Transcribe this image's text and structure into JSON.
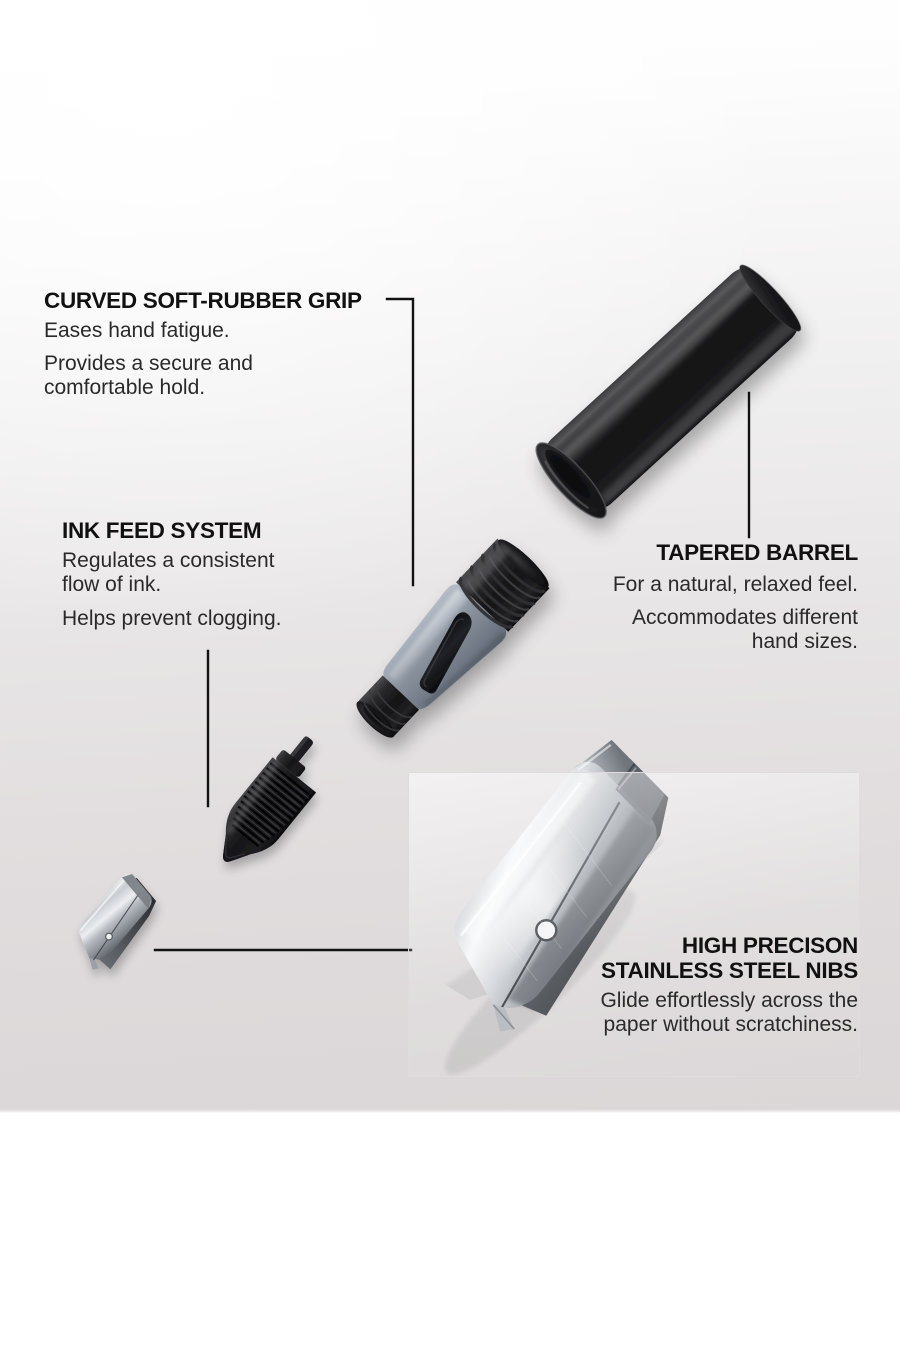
{
  "page": {
    "subject": "Fountain pen exploded-view feature infographic",
    "background_top_color": "#ffffff",
    "background_bottom_color": "#dbd7d8",
    "text_color": "#1b1b1b",
    "leader_line_color": "#111111"
  },
  "callouts": {
    "grip": {
      "title": "CURVED SOFT-RUBBER GRIP",
      "line1": "Eases hand fatigue.",
      "line2a": "Provides a secure and",
      "line2b": "comfortable hold."
    },
    "feed": {
      "title": "INK FEED SYSTEM",
      "line1a": "Regulates a consistent",
      "line1b": "flow of ink.",
      "line2": "Helps prevent clogging."
    },
    "barrel": {
      "title": "TAPERED BARREL",
      "line1": "For a natural, relaxed feel.",
      "line2a": "Accommodates different",
      "line2b": "hand sizes."
    },
    "nib": {
      "title_line1": "HIGH PRECISON",
      "title_line2": "STAINLESS STEEL NIBS",
      "line1a": "Glide effortlessly across the",
      "line1b": "paper without scratchiness."
    }
  },
  "parts": {
    "barrel": {
      "label": "Tapered black barrel",
      "color": "#1a1a1a"
    },
    "grip": {
      "label": "Curved soft-rubber grip",
      "color": "#8b94a1",
      "groove_color": "#17181a"
    },
    "collar": {
      "label": "Threaded collar",
      "color": "#141414"
    },
    "feed": {
      "label": "Ink feed system",
      "color": "#1a1a1a"
    },
    "nib_small": {
      "label": "Stainless steel nib",
      "color": "#b9bcc0"
    },
    "nib_large": {
      "label": "Stainless steel nib detail",
      "color": "#c2c5c9"
    }
  }
}
